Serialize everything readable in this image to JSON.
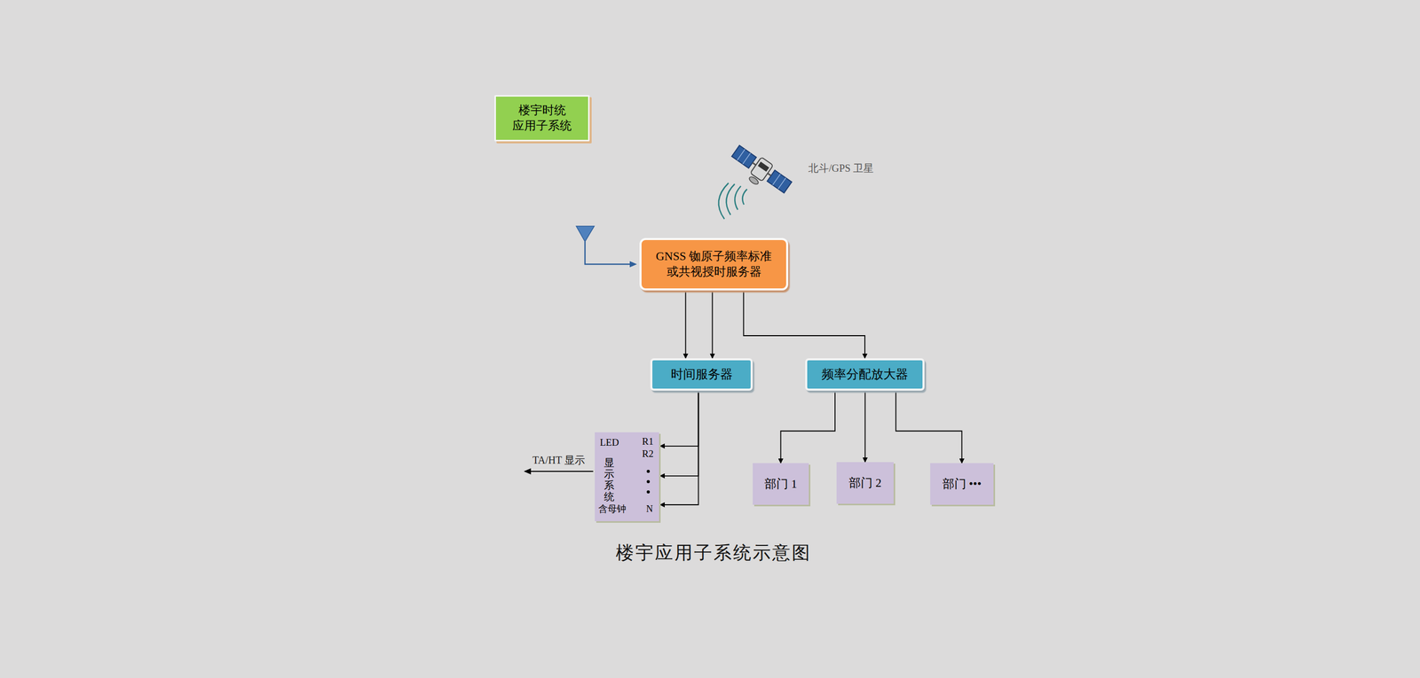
{
  "diagram": {
    "caption": "楼宇应用子系统示意图",
    "nodes": [
      {
        "text": [
          "楼宇时统 应用子系统"
        ]
      },
      {
        "text": [
          "GNSS 铷原子频率标准 或共视授时服务器"
        ]
      },
      {
        "text": [
          "时间服务器"
        ]
      },
      {
        "text": [
          "频率分配放大器"
        ]
      },
      {
        "text": [
          "LED",
          "显示系统",
          "R1",
          "R2",
          "含母钟",
          "N"
        ]
      },
      {
        "text": [
          "部门 1"
        ]
      },
      {
        "text": [
          "部门 2"
        ]
      },
      {
        "text": [
          "部门 •••"
        ]
      }
    ],
    "edges": [
      {
        "from": 1,
        "to": 2,
        "arrow": "to"
      },
      {
        "from": 1,
        "to": 2,
        "arrow": "to"
      },
      {
        "from": 1,
        "to": 3,
        "arrow": "to"
      },
      {
        "from": 2,
        "to": 4,
        "arrow": "to"
      },
      {
        "from": 2,
        "to": 4,
        "arrow": "to"
      },
      {
        "from": 2,
        "to": 4,
        "arrow": "to"
      },
      {
        "from": 3,
        "to": 5,
        "arrow": "to"
      },
      {
        "from": 3,
        "to": 6,
        "arrow": "to"
      },
      {
        "from": 3,
        "to": 7,
        "arrow": "to"
      }
    ],
    "labels": [
      "北斗/GPS 卫星",
      "TA/HT 显示"
    ]
  }
}
